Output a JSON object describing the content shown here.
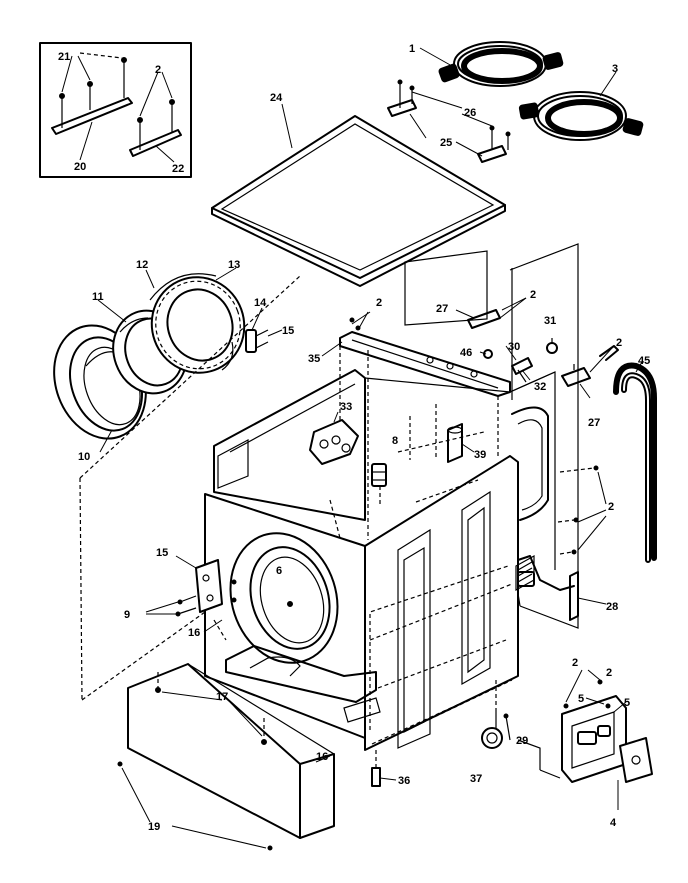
{
  "labels": {
    "l1": "1",
    "l2a": "2",
    "l2b": "2",
    "l2c": "2",
    "l2d": "2",
    "l2e": "2",
    "l2f": "2",
    "l2g": "2",
    "l3": "3",
    "l4": "4",
    "l5a": "5",
    "l5b": "5",
    "l6": "6",
    "l8": "8",
    "l9": "9",
    "l10": "10",
    "l11": "11",
    "l12": "12",
    "l13": "13",
    "l14": "14",
    "l15a": "15",
    "l15b": "15",
    "l16a": "16",
    "l16b": "16",
    "l17": "17",
    "l19": "19",
    "l20": "20",
    "l21": "21",
    "l22": "22",
    "l24": "24",
    "l25": "25",
    "l26": "26",
    "l27a": "27",
    "l27b": "27",
    "l28": "28",
    "l29": "29",
    "l30": "30",
    "l31": "31",
    "l32": "32",
    "l33": "33",
    "l35": "35",
    "l36": "36",
    "l37": "37",
    "l39": "39",
    "l45": "45",
    "l46": "46"
  }
}
